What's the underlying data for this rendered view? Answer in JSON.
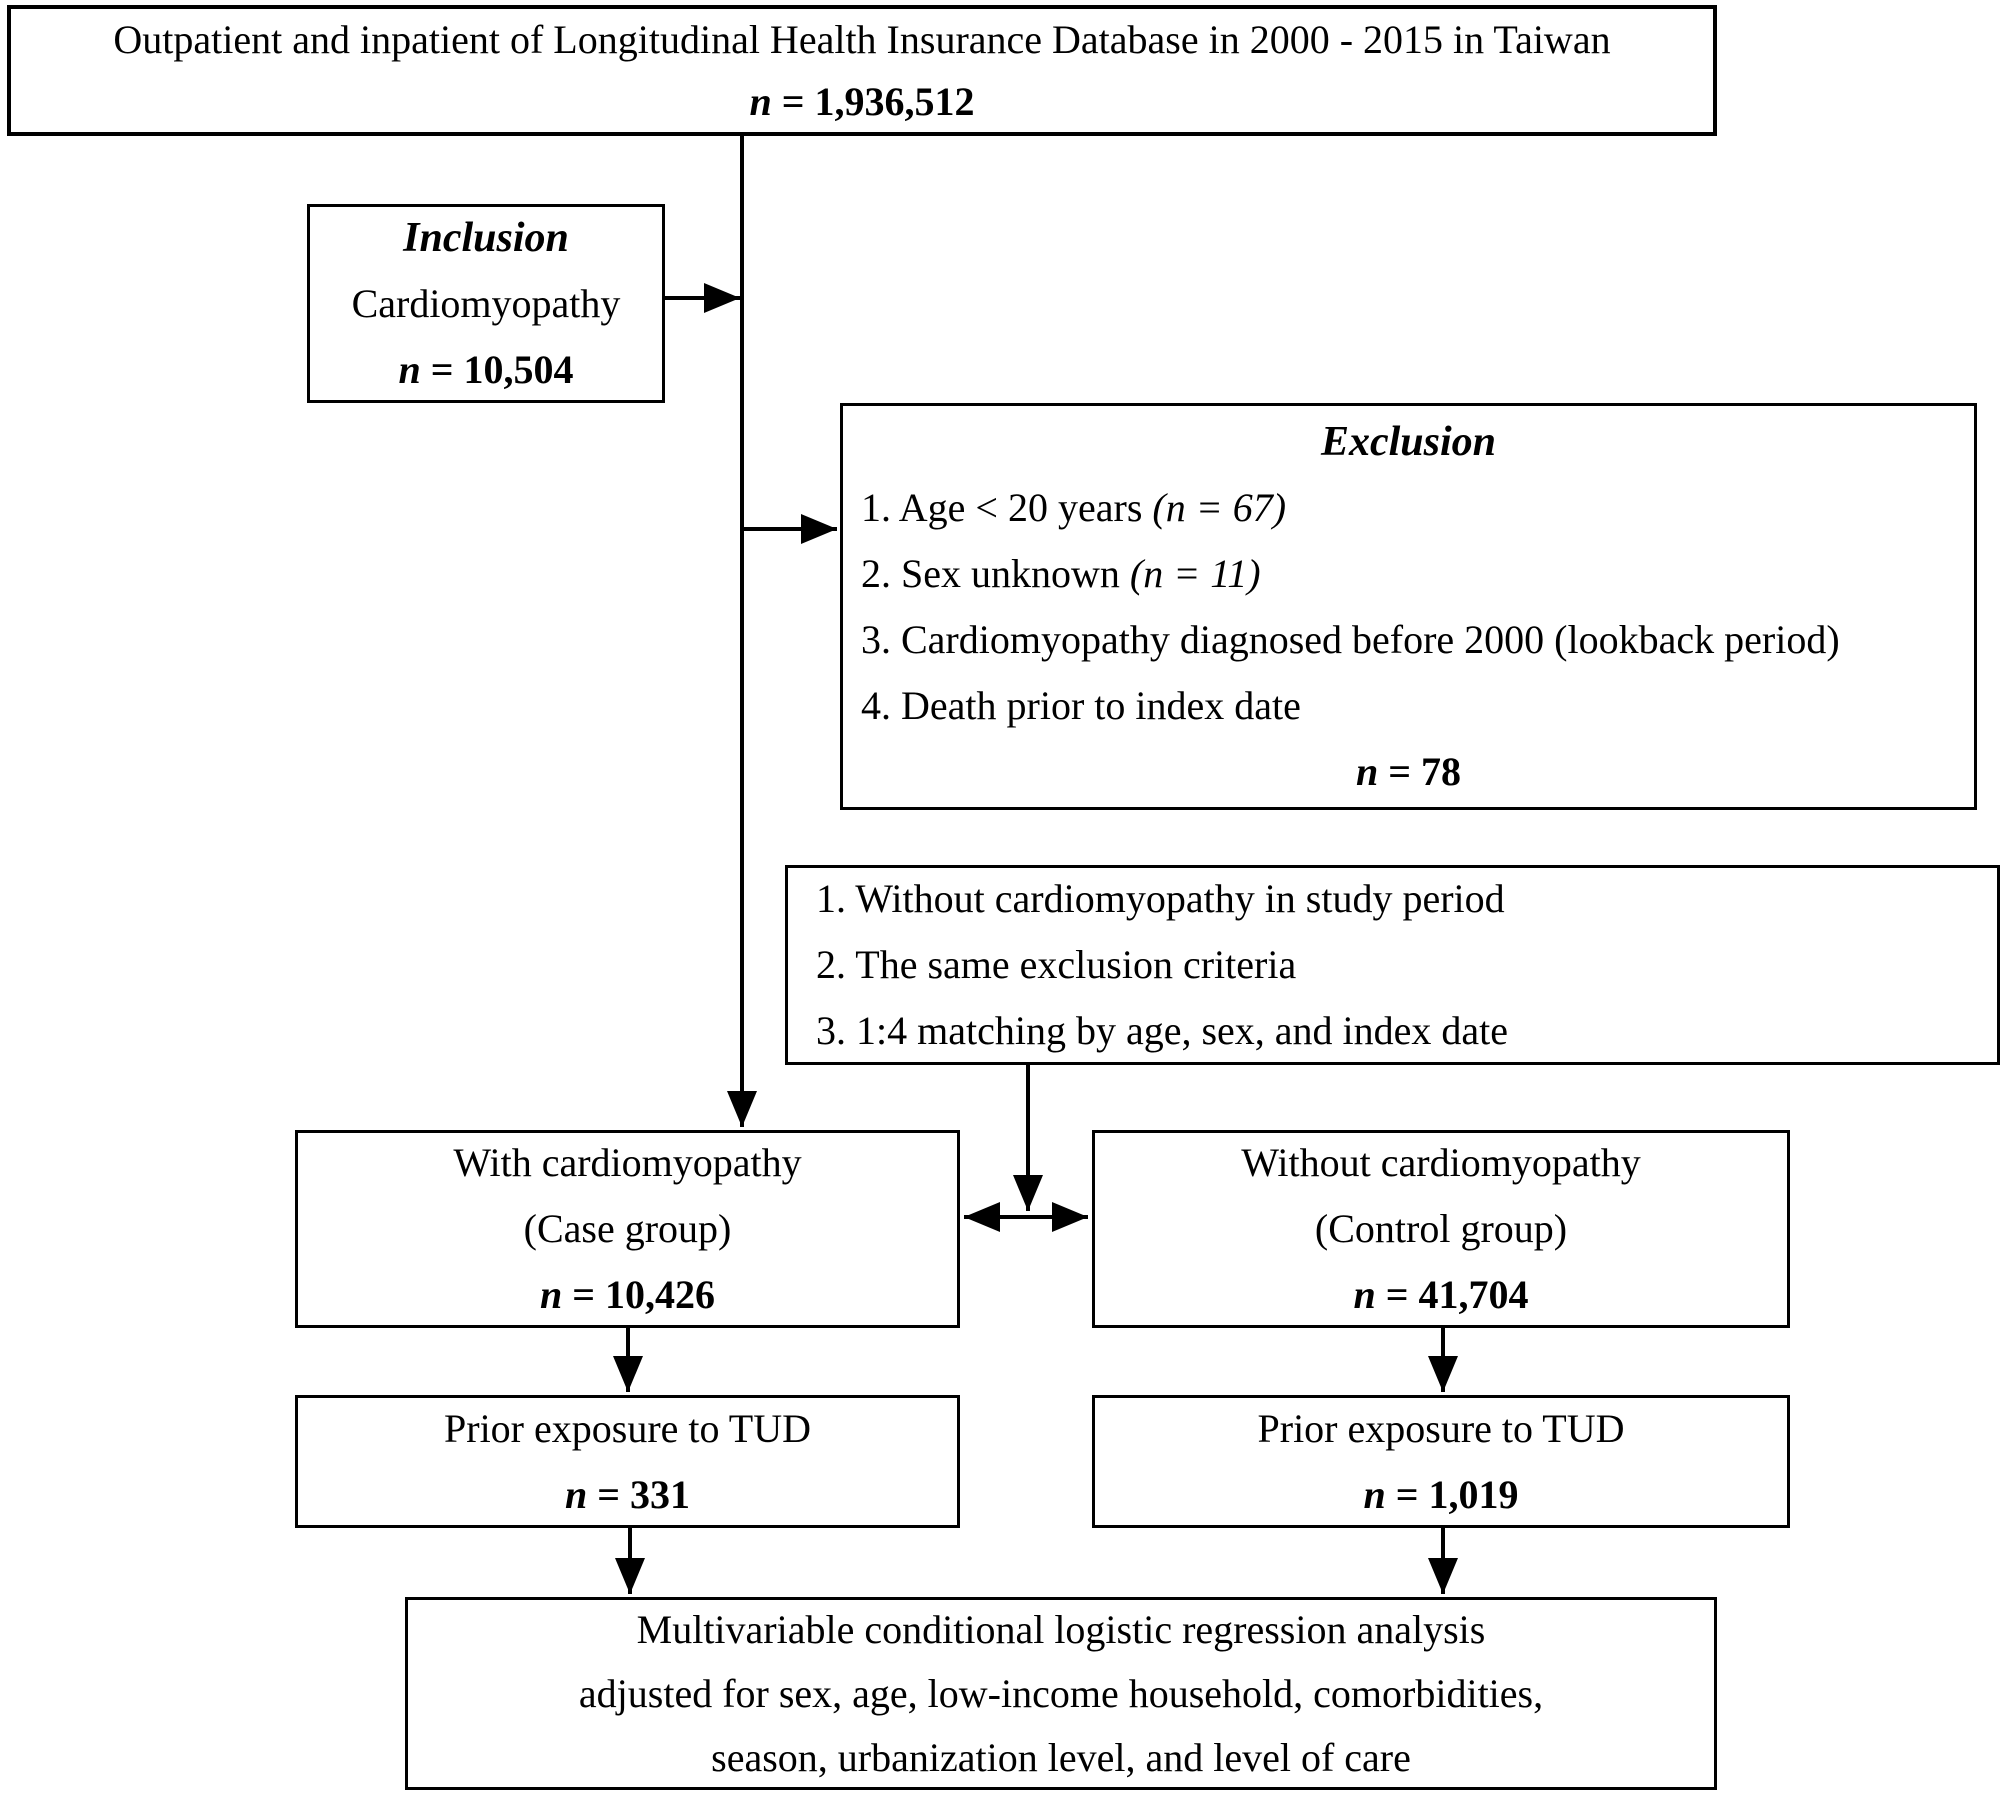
{
  "figure": {
    "background": "#ffffff",
    "line_color": "#000000"
  },
  "boxes": {
    "database": {
      "title": "Outpatient and inpatient of Longitudinal Health Insurance Database in 2000 - 2015 in Taiwan",
      "n_prefix": "n",
      "n_value": " = 1,936,512"
    },
    "inclusion": {
      "heading": "Inclusion",
      "label": "Cardiomyopathy",
      "n_prefix": "n",
      "n_value": " = 10,504"
    },
    "exclusion": {
      "heading": "Exclusion",
      "items": [
        {
          "text": "1. Age < 20 years ",
          "note": "(n = 67)"
        },
        {
          "text": "2. Sex unknown ",
          "note": "(n = 11)"
        },
        {
          "text": "3. Cardiomyopathy diagnosed before 2000 (lookback period)",
          "note": ""
        },
        {
          "text": "4. Death prior to index date",
          "note": ""
        }
      ],
      "n_prefix": "n",
      "n_value": " = 78"
    },
    "matching": {
      "items": [
        "1. Without cardiomyopathy in study period",
        "2. The same exclusion criteria",
        "3. 1:4 matching by age, sex, and index date"
      ]
    },
    "case_group": {
      "line1": "With cardiomyopathy",
      "line2": "(Case group)",
      "n_prefix": "n",
      "n_value": " = 10,426"
    },
    "control_group": {
      "line1": "Without cardiomyopathy",
      "line2": "(Control group)",
      "n_prefix": "n",
      "n_value": " = 41,704"
    },
    "case_tud": {
      "line1": "Prior exposure to TUD",
      "n_prefix": "n",
      "n_value": " = 331"
    },
    "control_tud": {
      "line1": "Prior exposure to TUD",
      "n_prefix": "n",
      "n_value": " = 1,019"
    },
    "analysis": {
      "line1": "Multivariable conditional logistic regression analysis",
      "line2": "adjusted for sex, age, low-income household, comorbidities,",
      "line3": "season, urbanization level, and level of care"
    }
  }
}
